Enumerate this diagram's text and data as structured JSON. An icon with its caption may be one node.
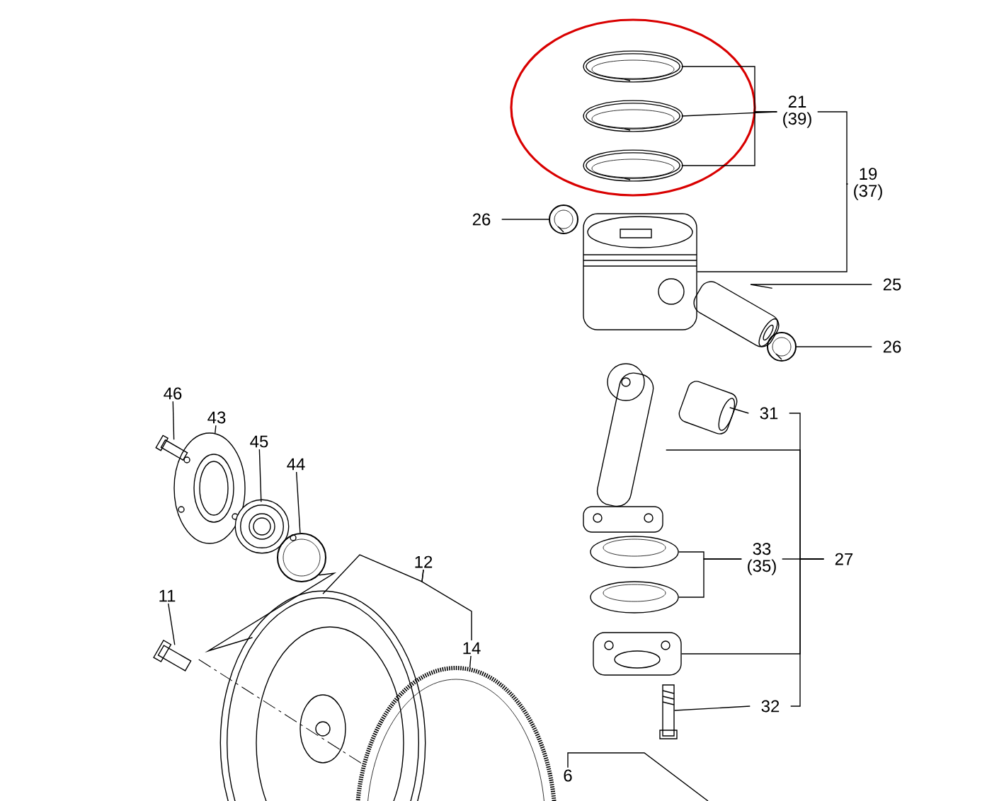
{
  "diagram": {
    "nodes": [
      {
        "text": [
          "21 (39)"
        ]
      },
      {
        "text": [
          "19 (37)"
        ]
      },
      {
        "text": [
          "26"
        ]
      },
      {
        "text": [
          "25"
        ]
      },
      {
        "text": [
          "26"
        ]
      },
      {
        "text": [
          "31"
        ]
      },
      {
        "text": [
          "27"
        ]
      },
      {
        "text": [
          "33 (35)"
        ]
      },
      {
        "text": [
          "32"
        ]
      },
      {
        "text": [
          "46"
        ]
      },
      {
        "text": [
          "43"
        ]
      },
      {
        "text": [
          "45"
        ]
      },
      {
        "text": [
          "44"
        ]
      },
      {
        "text": [
          "12"
        ]
      },
      {
        "text": [
          "11"
        ]
      },
      {
        "text": [
          "14"
        ]
      },
      {
        "text": [
          "6"
        ]
      },
      {
        "text": [],
        "shape": "picture"
      },
      {
        "text": [],
        "shape": "picture"
      },
      {
        "text": [],
        "shape": "picture"
      },
      {
        "text": [],
        "shape": "picture"
      },
      {
        "text": [],
        "shape": "picture"
      },
      {
        "text": [],
        "shape": "picture"
      },
      {
        "text": [],
        "shape": "picture"
      },
      {
        "text": [],
        "shape": "picture"
      },
      {
        "text": [],
        "shape": "picture"
      },
      {
        "text": [],
        "shape": "picture"
      },
      {
        "text": [],
        "shape": "picture"
      },
      {
        "text": [],
        "shape": "picture"
      },
      {
        "text": [],
        "shape": "picture"
      },
      {
        "text": [],
        "shape": "picture"
      },
      {
        "text": [],
        "shape": "picture"
      },
      {
        "text": [],
        "shape": "picture"
      },
      {
        "text": [],
        "shape": "picture"
      },
      {
        "text": [],
        "shape": "picture"
      },
      {
        "text": [],
        "shape": "picture"
      },
      {
        "text": [],
        "shape": "picture"
      }
    ],
    "edges": [
      {
        "from": 0,
        "to": 17,
        "arrow": "none"
      },
      {
        "from": 0,
        "to": 18,
        "arrow": "none"
      },
      {
        "from": 0,
        "to": 19,
        "arrow": "none"
      },
      {
        "from": 1,
        "to": 0,
        "arrow": "none"
      },
      {
        "from": 1,
        "to": 20,
        "arrow": "none"
      },
      {
        "from": 2,
        "to": 21,
        "arrow": "none"
      },
      {
        "from": 3,
        "to": 22,
        "arrow": "none"
      },
      {
        "from": 4,
        "to": 23,
        "arrow": "none"
      },
      {
        "from": 5,
        "to": 24,
        "arrow": "none"
      },
      {
        "from": 6,
        "to": 5,
        "arrow": "none"
      },
      {
        "from": 6,
        "to": 25,
        "arrow": "none"
      },
      {
        "from": 6,
        "to": 7,
        "arrow": "none"
      },
      {
        "from": 6,
        "to": 28,
        "arrow": "none"
      },
      {
        "from": 6,
        "to": 8,
        "arrow": "none"
      },
      {
        "from": 7,
        "to": 26,
        "arrow": "none"
      },
      {
        "from": 7,
        "to": 27,
        "arrow": "none"
      },
      {
        "from": 8,
        "to": 29,
        "arrow": "none"
      },
      {
        "from": 9,
        "to": 30,
        "arrow": "none"
      },
      {
        "from": 10,
        "to": 31,
        "arrow": "none"
      },
      {
        "from": 11,
        "to": 32,
        "arrow": "none"
      },
      {
        "from": 12,
        "to": 33,
        "arrow": "none"
      },
      {
        "from": 13,
        "to": 34,
        "arrow": "none"
      },
      {
        "from": 13,
        "to": 15,
        "arrow": "none"
      },
      {
        "from": 15,
        "to": 36,
        "arrow": "none"
      },
      {
        "from": 14,
        "to": 35,
        "arrow": "none"
      },
      {
        "from": 16,
        "to": null,
        "arrow": "none"
      },
      {
        "from": 33,
        "to": 34,
        "arrow": "none"
      },
      {
        "from": 35,
        "to": 36,
        "arrow": "none",
        "style": "dashed"
      }
    ]
  }
}
